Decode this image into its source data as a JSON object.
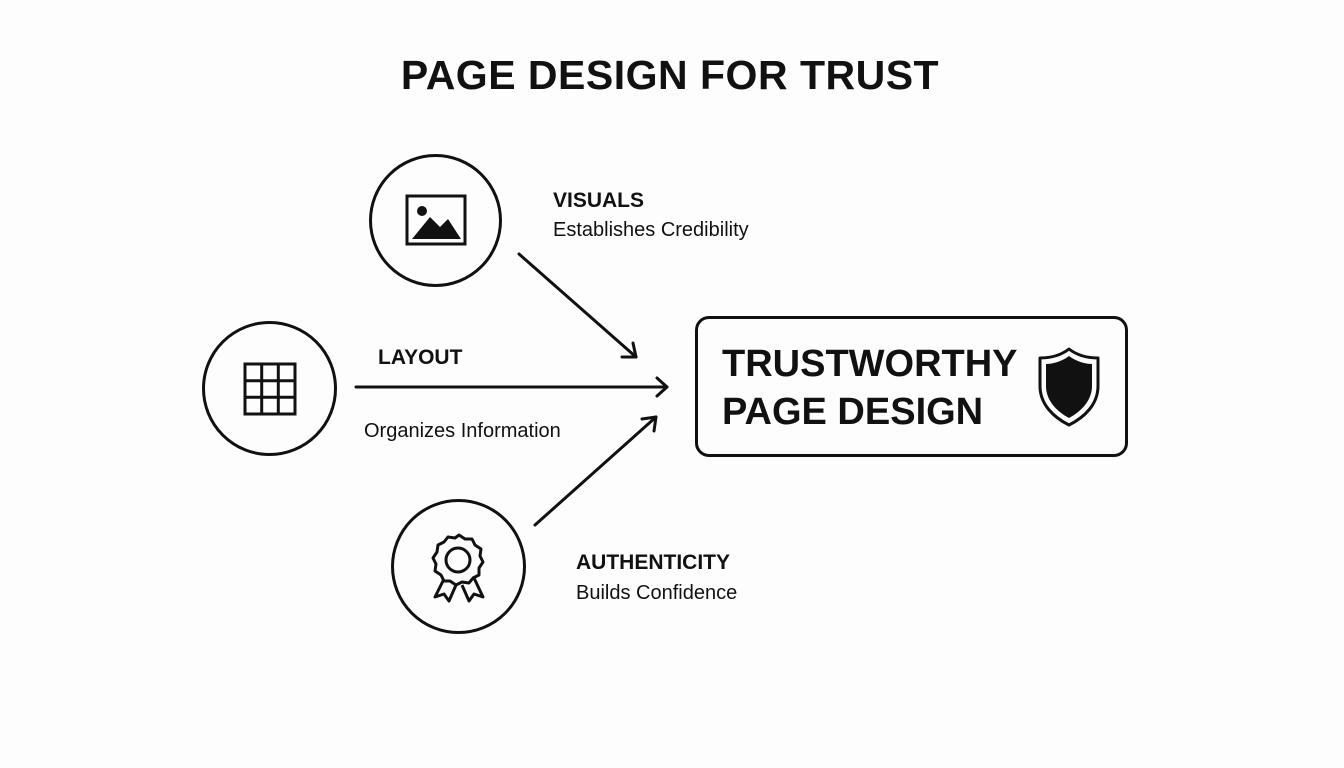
{
  "title": "PAGE DESIGN FOR TRUST",
  "inputs": {
    "visuals": {
      "title": "VISUALS",
      "subtitle": "Establishes Credibility",
      "icon": "image-icon"
    },
    "layout": {
      "title": "LAYOUT",
      "subtitle": "Organizes Information",
      "icon": "grid-icon"
    },
    "authenticity": {
      "title": "AUTHENTICITY",
      "subtitle": "Builds Confidence",
      "icon": "award-badge-icon"
    }
  },
  "result": {
    "line1": "TRUSTWORTHY",
    "line2": "PAGE DESIGN",
    "icon": "shield-icon"
  },
  "colors": {
    "stroke": "#111111",
    "background": "#fdfdfd"
  }
}
